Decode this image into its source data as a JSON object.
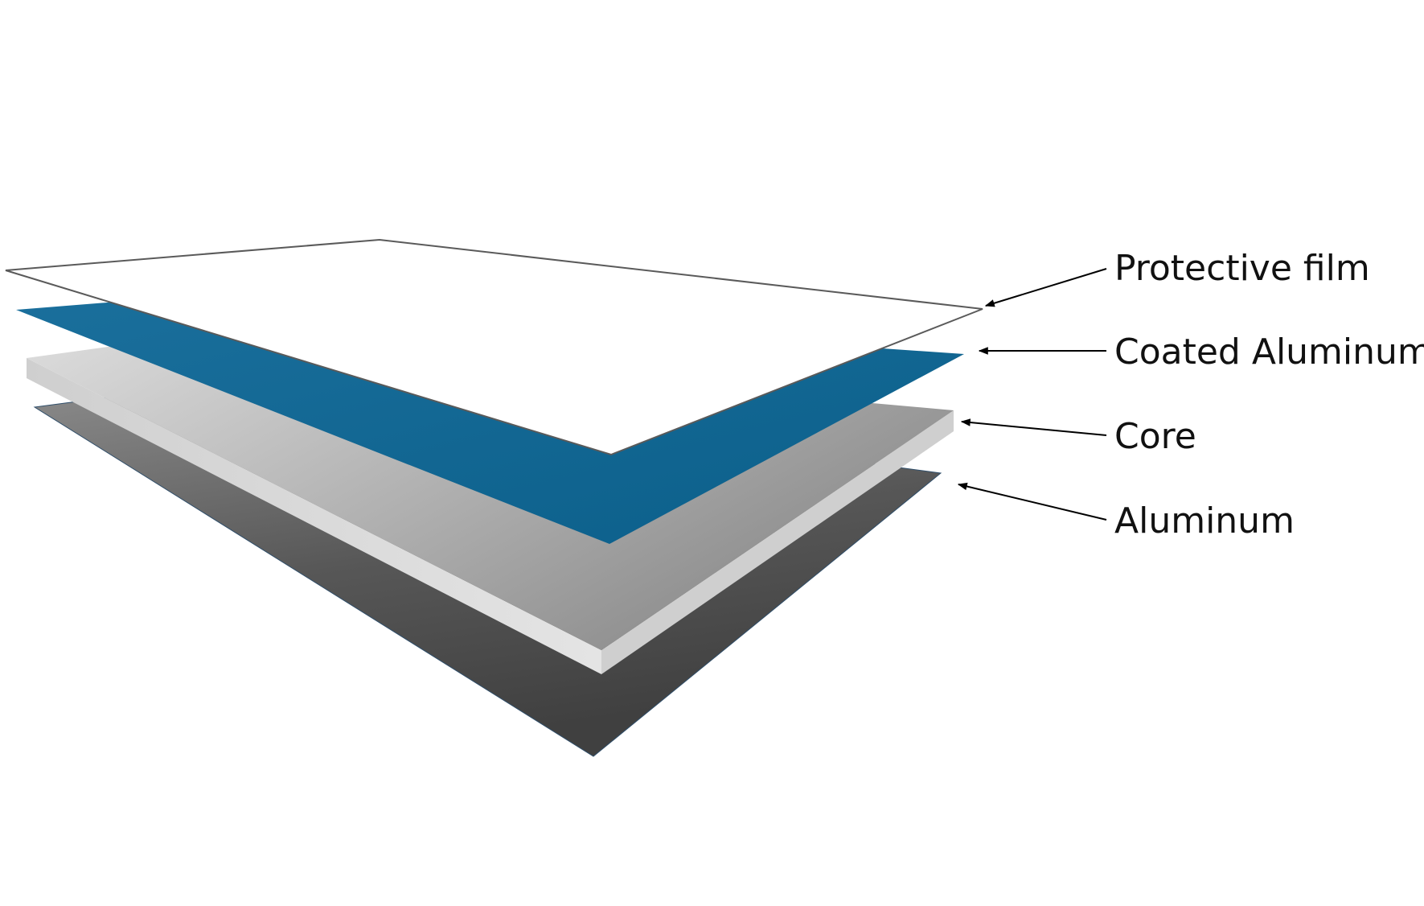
{
  "diagram": {
    "layers": [
      {
        "id": "protective-film",
        "label": "Protective film",
        "color": "#ffffff",
        "outline": "#5a5a5a"
      },
      {
        "id": "coated-aluminum",
        "label": "Coated Aluminum",
        "color": "#0d6592"
      },
      {
        "id": "core",
        "label": "Core",
        "color_light": "#dcdcdc",
        "color_dark": "#8a8a8a"
      },
      {
        "id": "aluminum",
        "label": "Aluminum",
        "color_light": "#8c8c8c",
        "color_dark": "#404040"
      }
    ],
    "arrow_color": "#000000"
  }
}
